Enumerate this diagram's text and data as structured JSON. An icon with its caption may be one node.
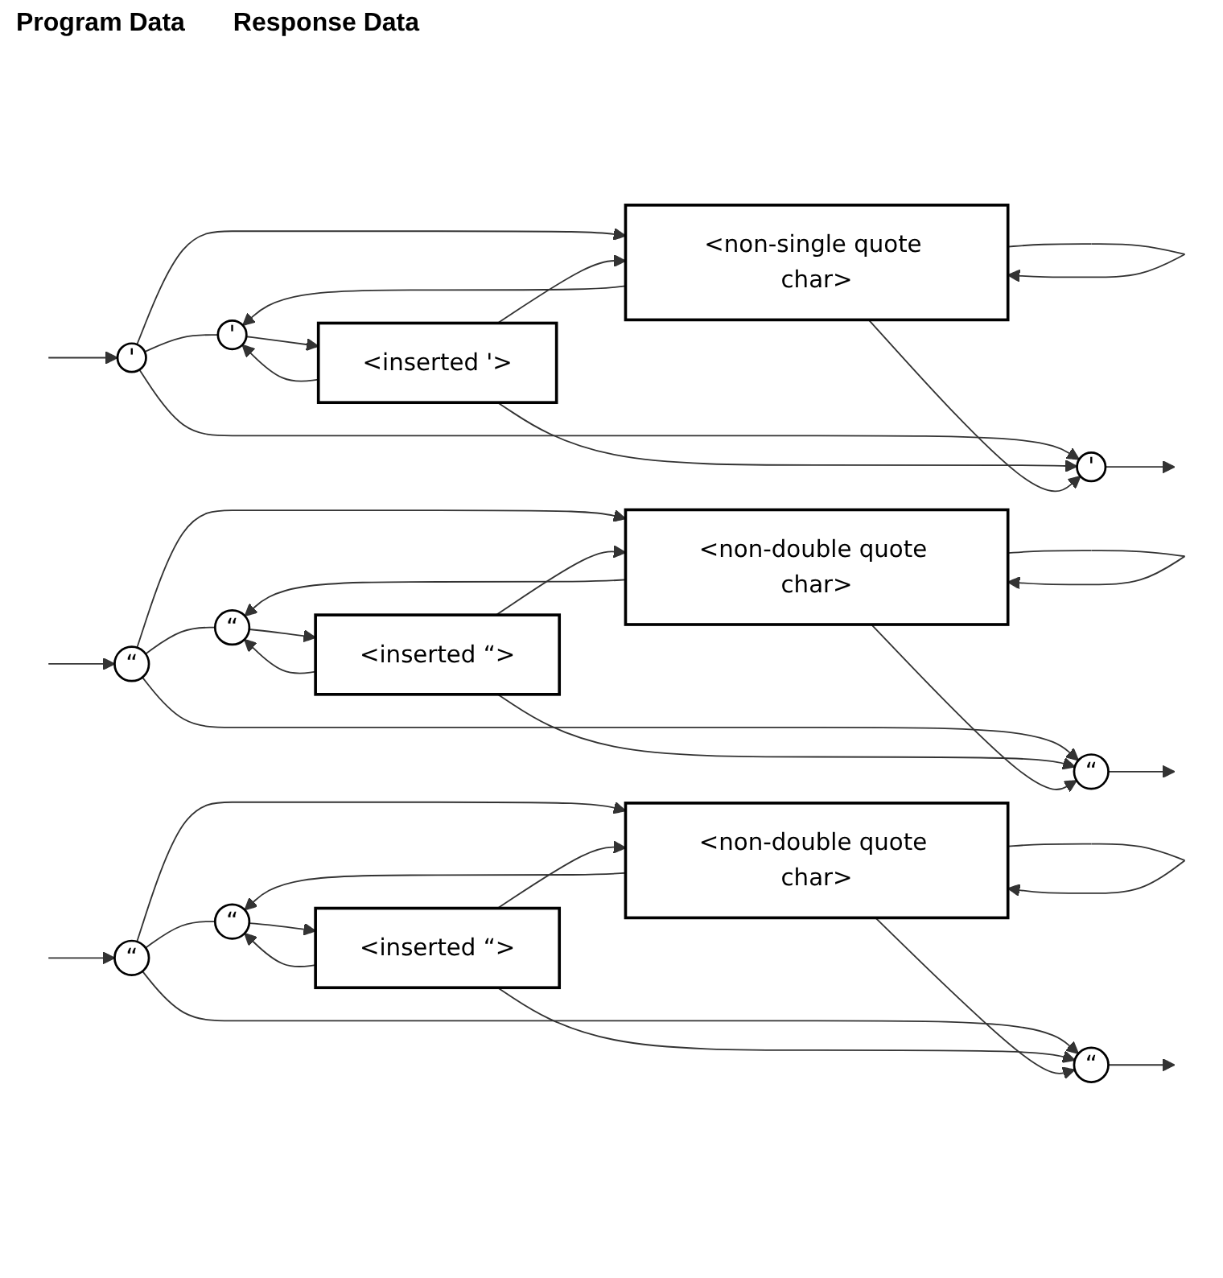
{
  "diagram": {
    "nodes": [
      {
        "text": [
          "'"
        ]
      },
      {
        "text": [
          "'"
        ]
      },
      {
        "text": [
          "<inserted '>"
        ]
      },
      {
        "text": [
          "<non-single quote char>"
        ]
      },
      {
        "text": [
          "'"
        ]
      },
      {
        "text": [
          "“"
        ]
      },
      {
        "text": [
          "“"
        ]
      },
      {
        "text": [
          "<inserted “>"
        ]
      },
      {
        "text": [
          "<non-double quote char>"
        ]
      },
      {
        "text": [
          "“"
        ]
      },
      {
        "text": [
          "“"
        ]
      },
      {
        "text": [
          "“"
        ]
      },
      {
        "text": [
          "<inserted “>"
        ]
      },
      {
        "text": [
          "<non-double quote char>"
        ]
      },
      {
        "text": [
          "“"
        ]
      }
    ],
    "edges": [
      {
        "from": null,
        "to": 0,
        "arrow": "to"
      },
      {
        "from": null,
        "to": 5,
        "arrow": "to"
      },
      {
        "from": 0,
        "to": 1,
        "arrow": "none"
      },
      {
        "from": 0,
        "to": 3,
        "arrow": "to"
      },
      {
        "from": 0,
        "to": 4,
        "arrow": "to"
      },
      {
        "from": 1,
        "to": 2,
        "arrow": "to"
      },
      {
        "from": 2,
        "to": 1,
        "arrow": "to"
      },
      {
        "from": 2,
        "to": 3,
        "arrow": "to"
      },
      {
        "from": 2,
        "to": 4,
        "arrow": "to"
      },
      {
        "from": 3,
        "to": 1,
        "arrow": "to"
      },
      {
        "from": 3,
        "to": 3,
        "arrow": "to"
      },
      {
        "from": 3,
        "to": 4,
        "arrow": "to"
      },
      {
        "from": 5,
        "to": 6,
        "arrow": "none"
      },
      {
        "from": 5,
        "to": 8,
        "arrow": "to"
      },
      {
        "from": 5,
        "to": 9,
        "arrow": "to"
      },
      {
        "from": 6,
        "to": 7,
        "arrow": "to"
      },
      {
        "from": 7,
        "to": 6,
        "arrow": "to"
      },
      {
        "from": 7,
        "to": 8,
        "arrow": "to"
      },
      {
        "from": 7,
        "to": 9,
        "arrow": "to"
      },
      {
        "from": 8,
        "to": 6,
        "arrow": "to"
      },
      {
        "from": 8,
        "to": 8,
        "arrow": "to"
      },
      {
        "from": 8,
        "to": 9,
        "arrow": "to"
      },
      {
        "from": 4,
        "to": null,
        "arrow": "to"
      },
      {
        "from": 9,
        "to": null,
        "arrow": "to"
      },
      {
        "from": null,
        "to": 10,
        "arrow": "to"
      },
      {
        "from": 10,
        "to": 11,
        "arrow": "none"
      },
      {
        "from": 10,
        "to": 13,
        "arrow": "to"
      },
      {
        "from": 10,
        "to": 14,
        "arrow": "to"
      },
      {
        "from": 11,
        "to": 12,
        "arrow": "to"
      },
      {
        "from": 12,
        "to": 11,
        "arrow": "to"
      },
      {
        "from": 12,
        "to": 13,
        "arrow": "to"
      },
      {
        "from": 12,
        "to": 14,
        "arrow": "to"
      },
      {
        "from": 13,
        "to": 11,
        "arrow": "to"
      },
      {
        "from": 13,
        "to": 13,
        "arrow": "to"
      },
      {
        "from": 13,
        "to": 14,
        "arrow": "to"
      },
      {
        "from": 14,
        "to": null,
        "arrow": "to"
      }
    ],
    "labels": [
      "Program Data",
      "Response Data"
    ]
  }
}
